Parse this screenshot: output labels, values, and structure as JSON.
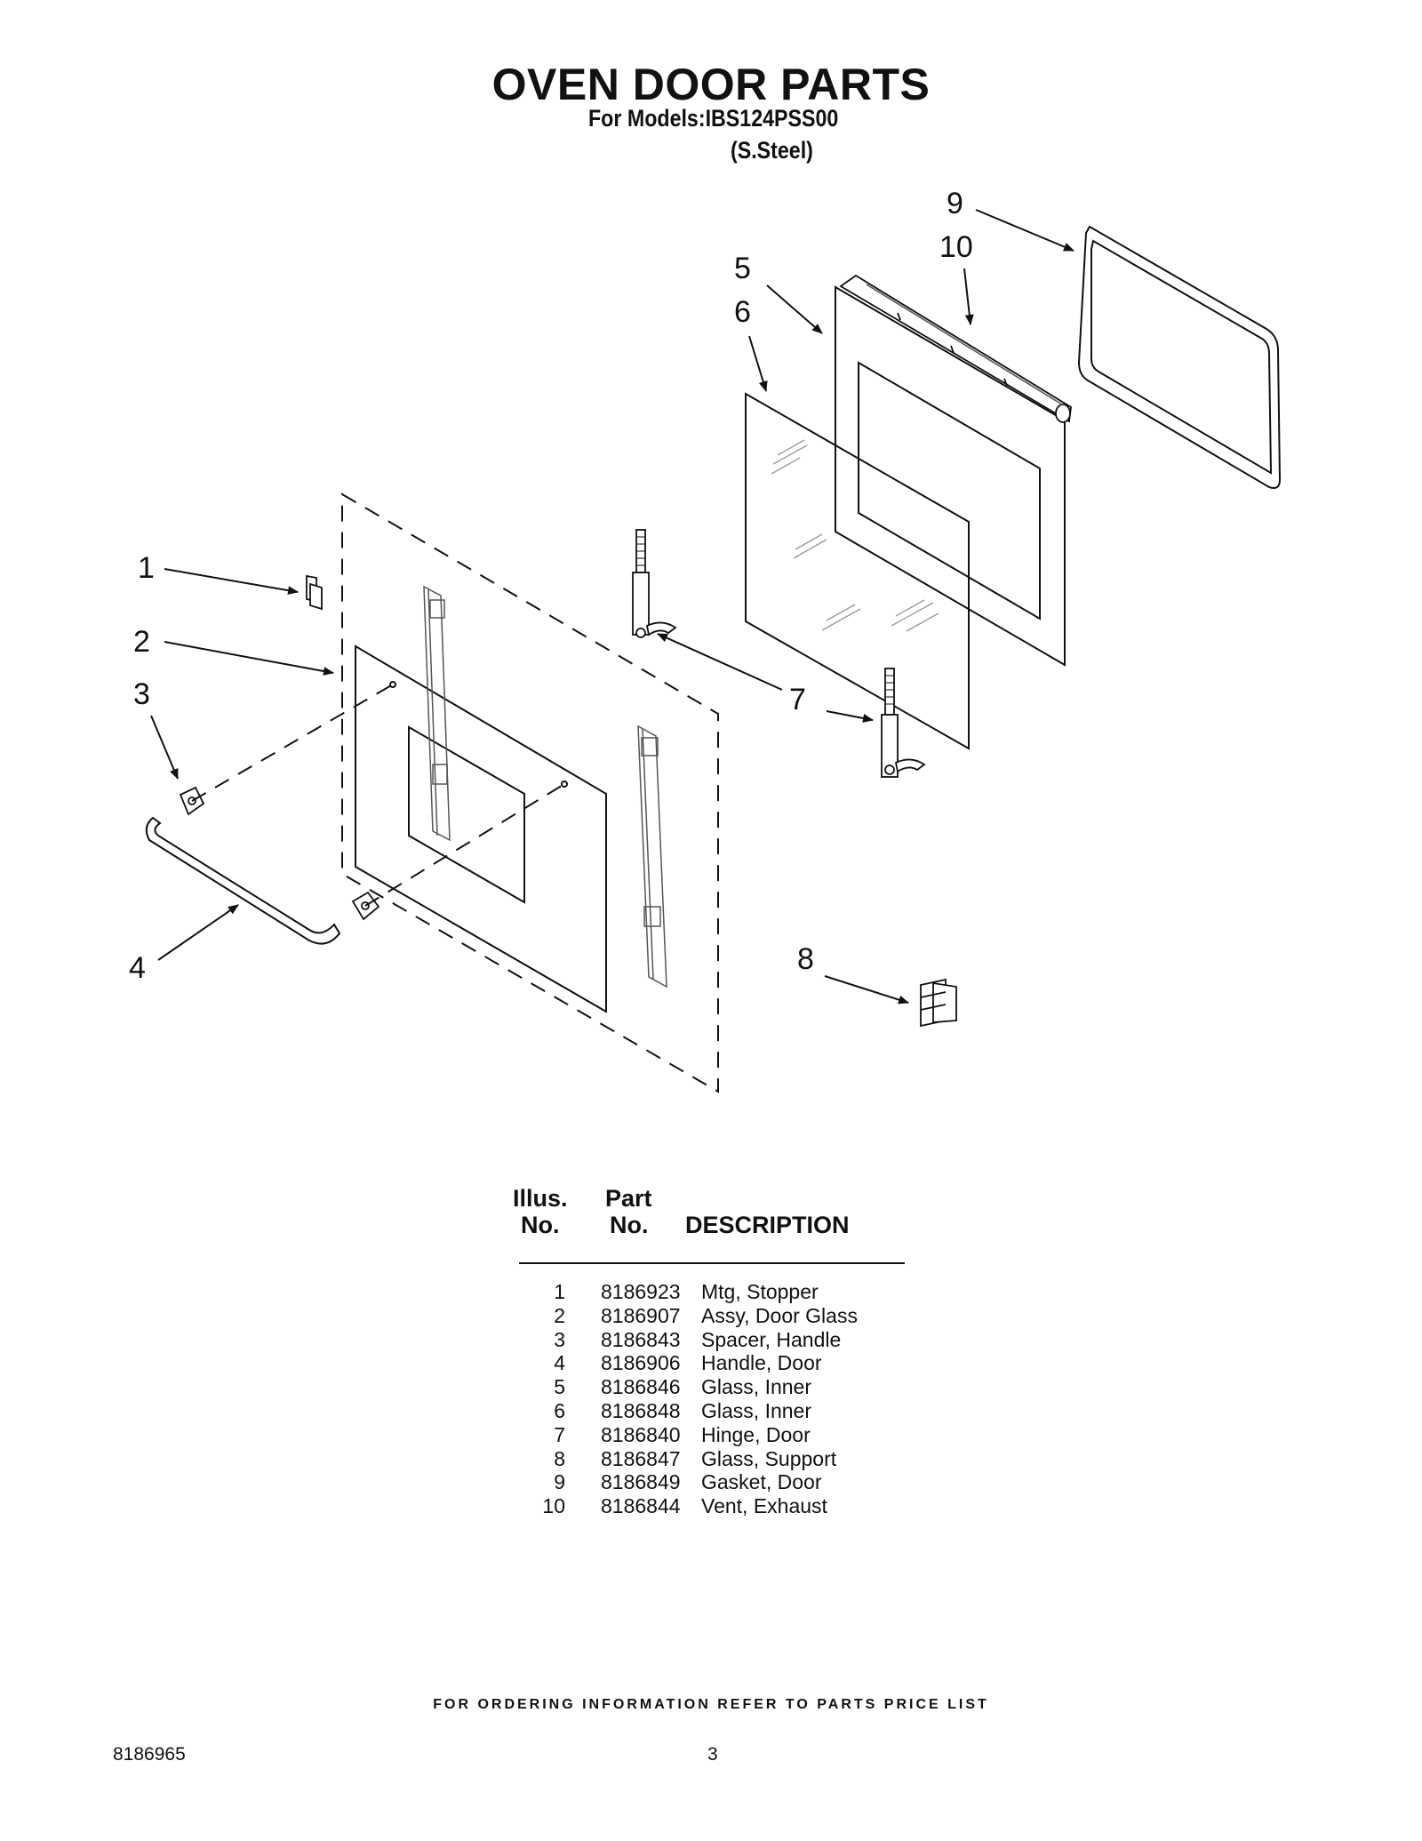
{
  "header": {
    "title": "OVEN DOOR PARTS",
    "models_line": "For Models:IBS124PSS00",
    "color_line": "(S.Steel)"
  },
  "diagram": {
    "callouts": [
      "1",
      "2",
      "3",
      "4",
      "5",
      "6",
      "7",
      "8",
      "9",
      "10"
    ],
    "parts": [
      "mounting-stopper",
      "door-glass-assembly",
      "handle-spacer",
      "door-handle",
      "inner-glass",
      "inner-glass",
      "door-hinge",
      "glass-support",
      "door-gasket",
      "exhaust-vent"
    ]
  },
  "parts_table": {
    "headers": {
      "illus_line1": "Illus.",
      "illus_line2": "No.",
      "part_line1": "Part",
      "part_line2": "No.",
      "description": "DESCRIPTION"
    },
    "rows": [
      {
        "illus": "1",
        "part": "8186923",
        "description": "Mtg, Stopper"
      },
      {
        "illus": "2",
        "part": "8186907",
        "description": "Assy, Door Glass"
      },
      {
        "illus": "3",
        "part": "8186843",
        "description": "Spacer, Handle"
      },
      {
        "illus": "4",
        "part": "8186906",
        "description": "Handle, Door"
      },
      {
        "illus": "5",
        "part": "8186846",
        "description": "Glass, Inner"
      },
      {
        "illus": "6",
        "part": "8186848",
        "description": "Glass, Inner"
      },
      {
        "illus": "7",
        "part": "8186840",
        "description": "Hinge, Door"
      },
      {
        "illus": "8",
        "part": "8186847",
        "description": "Glass, Support"
      },
      {
        "illus": "9",
        "part": "8186849",
        "description": "Gasket, Door"
      },
      {
        "illus": "10",
        "part": "8186844",
        "description": "Vent, Exhaust"
      }
    ]
  },
  "footer": {
    "ordering_note": "FOR ORDERING INFORMATION REFER TO PARTS PRICE LIST",
    "document_number": "8186965",
    "page_number": "3"
  }
}
